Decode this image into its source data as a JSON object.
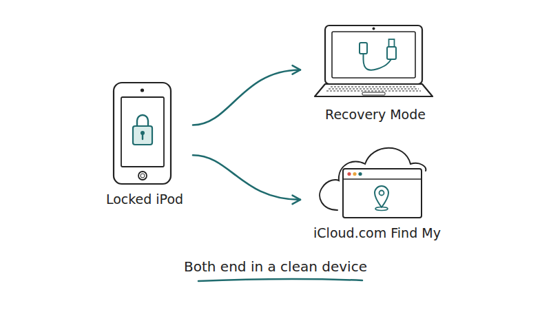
{
  "diagram": {
    "caption": "Both end in a clean device",
    "nodes": [
      {
        "text": [
          "Locked iPod"
        ]
      },
      {
        "text": [
          "Recovery Mode"
        ]
      },
      {
        "text": [
          "iCloud.com Find My"
        ]
      }
    ],
    "edges": [
      {
        "from": 0,
        "to": 1,
        "arrow": "to"
      },
      {
        "from": 0,
        "to": 2,
        "arrow": "to"
      }
    ]
  }
}
